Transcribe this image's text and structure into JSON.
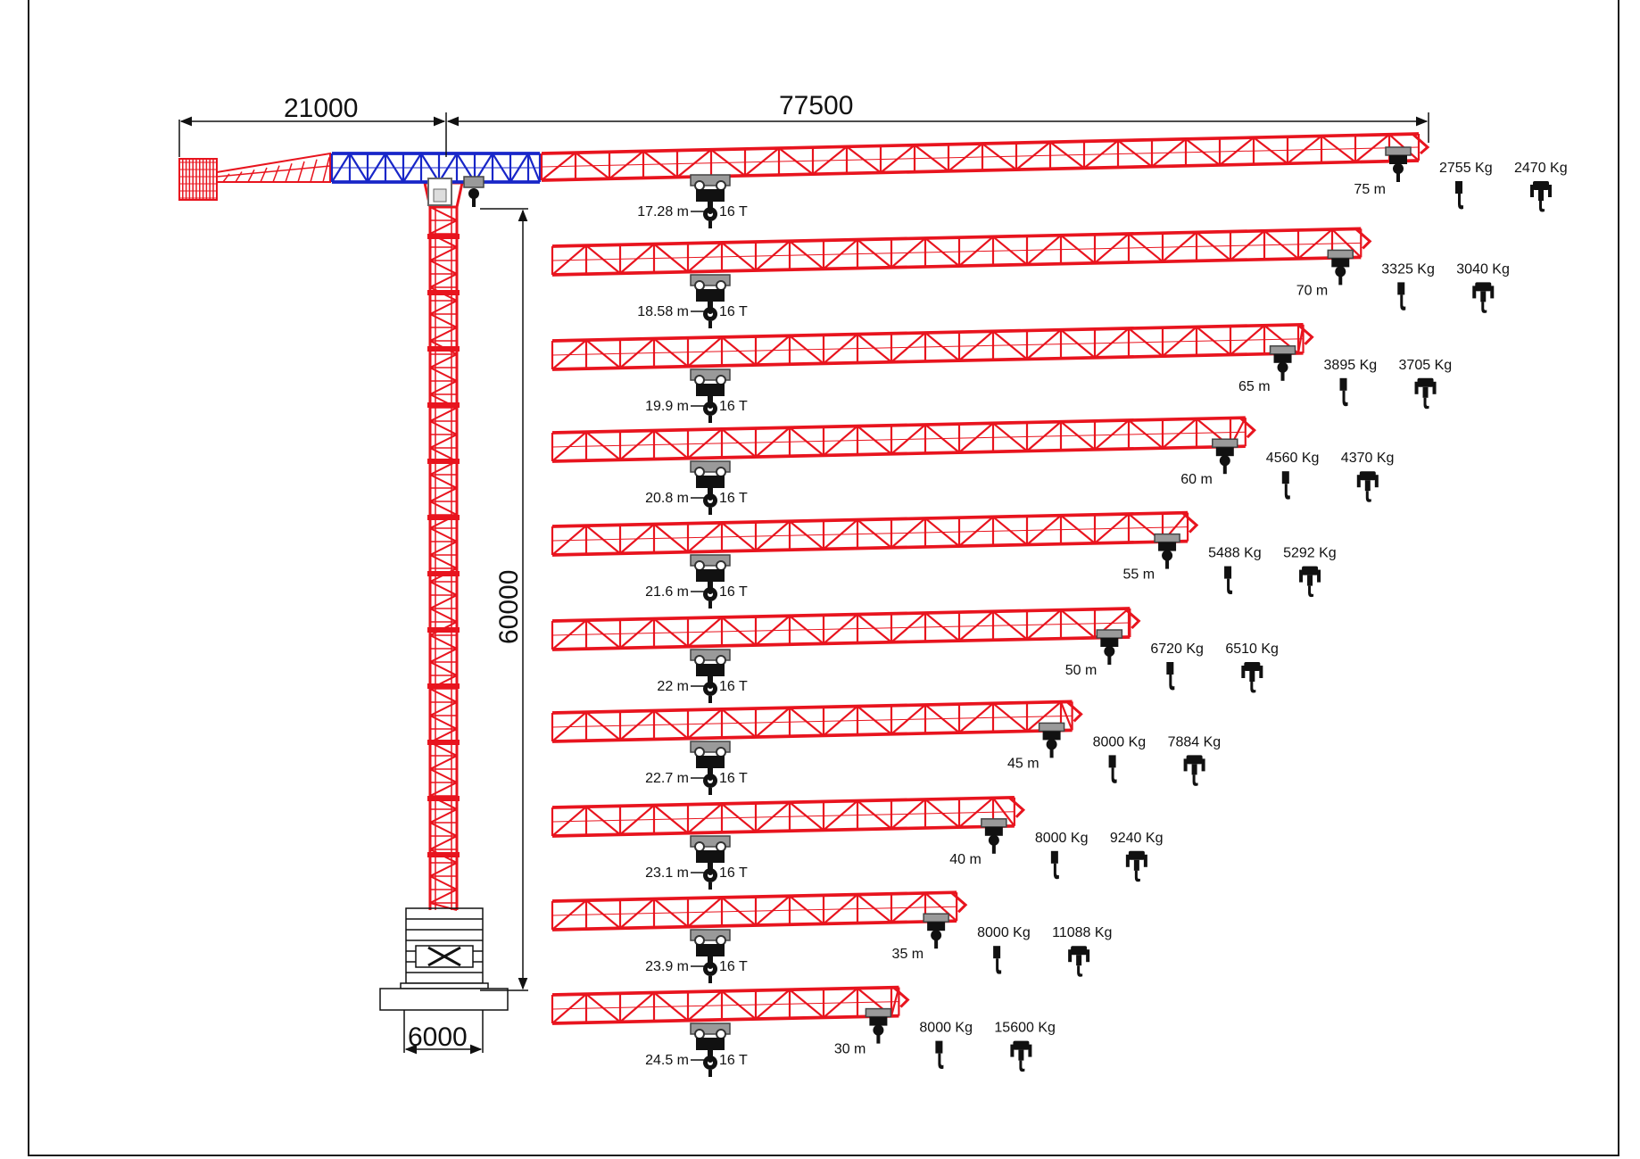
{
  "colors": {
    "jib": "#e8141e",
    "counter_jib": "#1826c8",
    "ink": "#111111",
    "trolley": "#9a9a9a"
  },
  "dimensions": {
    "counter_jib": "21000",
    "jib": "77500",
    "height": "60000",
    "base": "6000"
  },
  "configs": [
    {
      "radius": "75 m",
      "tip_load_1": "2755 Kg",
      "tip_load_2": "2470 Kg",
      "max_radius": "17.28 m",
      "max_load": "16 T",
      "jib_length_m": 75
    },
    {
      "radius": "70 m",
      "tip_load_1": "3325 Kg",
      "tip_load_2": "3040 Kg",
      "max_radius": "18.58 m",
      "max_load": "16 T",
      "jib_length_m": 70
    },
    {
      "radius": "65 m",
      "tip_load_1": "3895 Kg",
      "tip_load_2": "3705 Kg",
      "max_radius": "19.9 m",
      "max_load": "16 T",
      "jib_length_m": 65
    },
    {
      "radius": "60 m",
      "tip_load_1": "4560 Kg",
      "tip_load_2": "4370 Kg",
      "max_radius": "20.8 m",
      "max_load": "16 T",
      "jib_length_m": 60
    },
    {
      "radius": "55 m",
      "tip_load_1": "5488 Kg",
      "tip_load_2": "5292 Kg",
      "max_radius": "21.6 m",
      "max_load": "16 T",
      "jib_length_m": 55
    },
    {
      "radius": "50 m",
      "tip_load_1": "6720 Kg",
      "tip_load_2": "6510 Kg",
      "max_radius": "22 m",
      "max_load": "16 T",
      "jib_length_m": 50
    },
    {
      "radius": "45 m",
      "tip_load_1": "8000 Kg",
      "tip_load_2": "7884 Kg",
      "max_radius": "22.7 m",
      "max_load": "16 T",
      "jib_length_m": 45
    },
    {
      "radius": "40 m",
      "tip_load_1": "8000 Kg",
      "tip_load_2": "9240 Kg",
      "max_radius": "23.1 m",
      "max_load": "16 T",
      "jib_length_m": 40
    },
    {
      "radius": "35 m",
      "tip_load_1": "8000 Kg",
      "tip_load_2": "11088 Kg",
      "max_radius": "23.9 m",
      "max_load": "16 T",
      "jib_length_m": 35
    },
    {
      "radius": "30 m",
      "tip_load_1": "8000 Kg",
      "tip_load_2": "15600 Kg",
      "max_radius": "24.5 m",
      "max_load": "16 T",
      "jib_length_m": 30
    }
  ]
}
